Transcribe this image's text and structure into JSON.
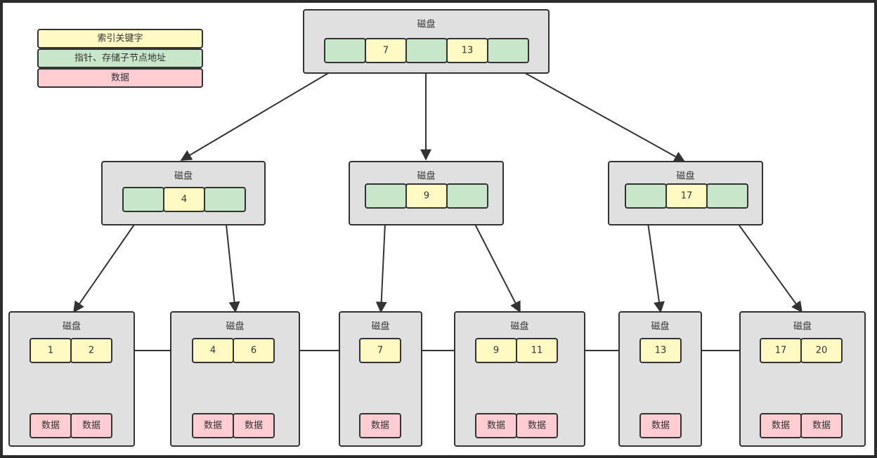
{
  "colors": {
    "key": "#fff9c4",
    "pointer": "#c8e6c9",
    "data": "#ffcdd2",
    "disk": "#e0e0e0",
    "stroke": "#333333"
  },
  "legend": [
    {
      "label": "索引关键字",
      "kind": "key"
    },
    {
      "label": "指针、存储子节点地址",
      "kind": "pointer"
    },
    {
      "label": "数据",
      "kind": "data"
    }
  ],
  "disk_label": "磁盘",
  "data_label": "数据",
  "root": {
    "keys": [
      "7",
      "13"
    ]
  },
  "internal": [
    {
      "keys": [
        "4"
      ]
    },
    {
      "keys": [
        "9"
      ]
    },
    {
      "keys": [
        "17"
      ]
    }
  ],
  "leaves": [
    {
      "keys": [
        "1",
        "2"
      ]
    },
    {
      "keys": [
        "4",
        "6"
      ]
    },
    {
      "keys": [
        "7"
      ]
    },
    {
      "keys": [
        "9",
        "11"
      ]
    },
    {
      "keys": [
        "13"
      ]
    },
    {
      "keys": [
        "17",
        "20"
      ]
    }
  ]
}
